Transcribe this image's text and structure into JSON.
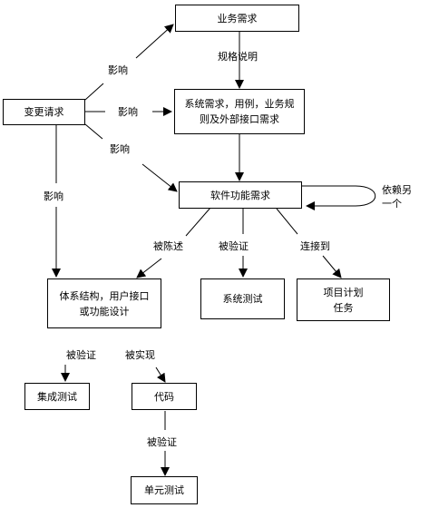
{
  "nodes": {
    "business_req": "业务需求",
    "system_req": "系统需求，用例，业务规\n则及外部接口需求",
    "change_request": "变更请求",
    "software_func_req": "软件功能需求",
    "arch_design": "体系结构，用户接口\n或功能设计",
    "system_test": "系统测试",
    "project_plan": "项目计划\n任务",
    "integration_test": "集成测试",
    "code": "代码",
    "unit_test": "单元测试"
  },
  "edges": {
    "spec": "规格说明",
    "influence_1": "影响",
    "influence_2": "影响",
    "influence_3": "影响",
    "influence_4": "影响",
    "depends": "依赖另\n一个",
    "described_by": "被陈述",
    "verified_by_1": "被验证",
    "linked_to": "连接到",
    "verified_by_2": "被验证",
    "implemented_by": "被实现",
    "verified_by_3": "被验证"
  }
}
